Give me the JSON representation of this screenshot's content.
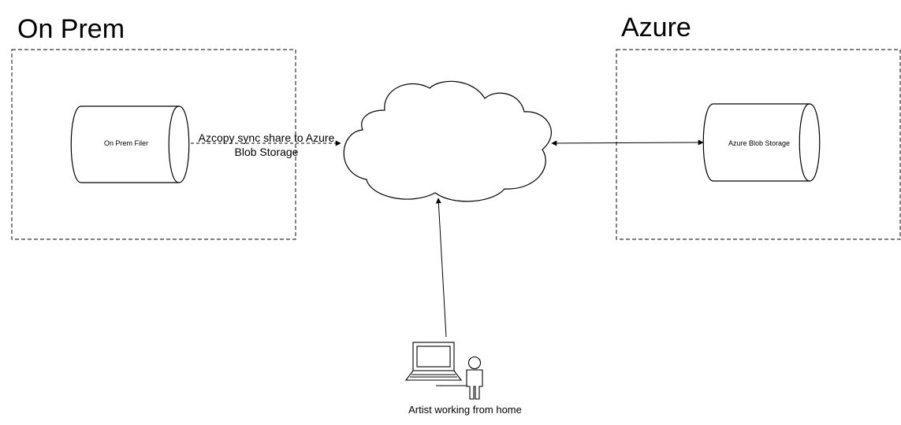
{
  "regions": {
    "onprem": {
      "title": "On Prem"
    },
    "azure": {
      "title": "Azure"
    }
  },
  "nodes": {
    "onprem_filer": {
      "label": "On Prem Filer",
      "shape": "cylinder"
    },
    "azure_blob": {
      "label": "Azure Blob Storage",
      "shape": "cylinder"
    },
    "internet": {
      "label": "",
      "shape": "cloud"
    },
    "artist": {
      "label": "Artist working from home",
      "icons": [
        "laptop-icon",
        "person-icon"
      ]
    }
  },
  "edges": {
    "sync": {
      "line1": "Azcopy sync share to Azure",
      "line2": "Blob Storage",
      "direction": "onprem-filer -> cloud"
    },
    "cloud_azure": {
      "direction": "bidirectional"
    },
    "artist_cloud": {
      "direction": "artist -> cloud"
    }
  },
  "colors": {
    "stroke": "#000000",
    "background": "#ffffff",
    "dashed_border": "#333333"
  }
}
